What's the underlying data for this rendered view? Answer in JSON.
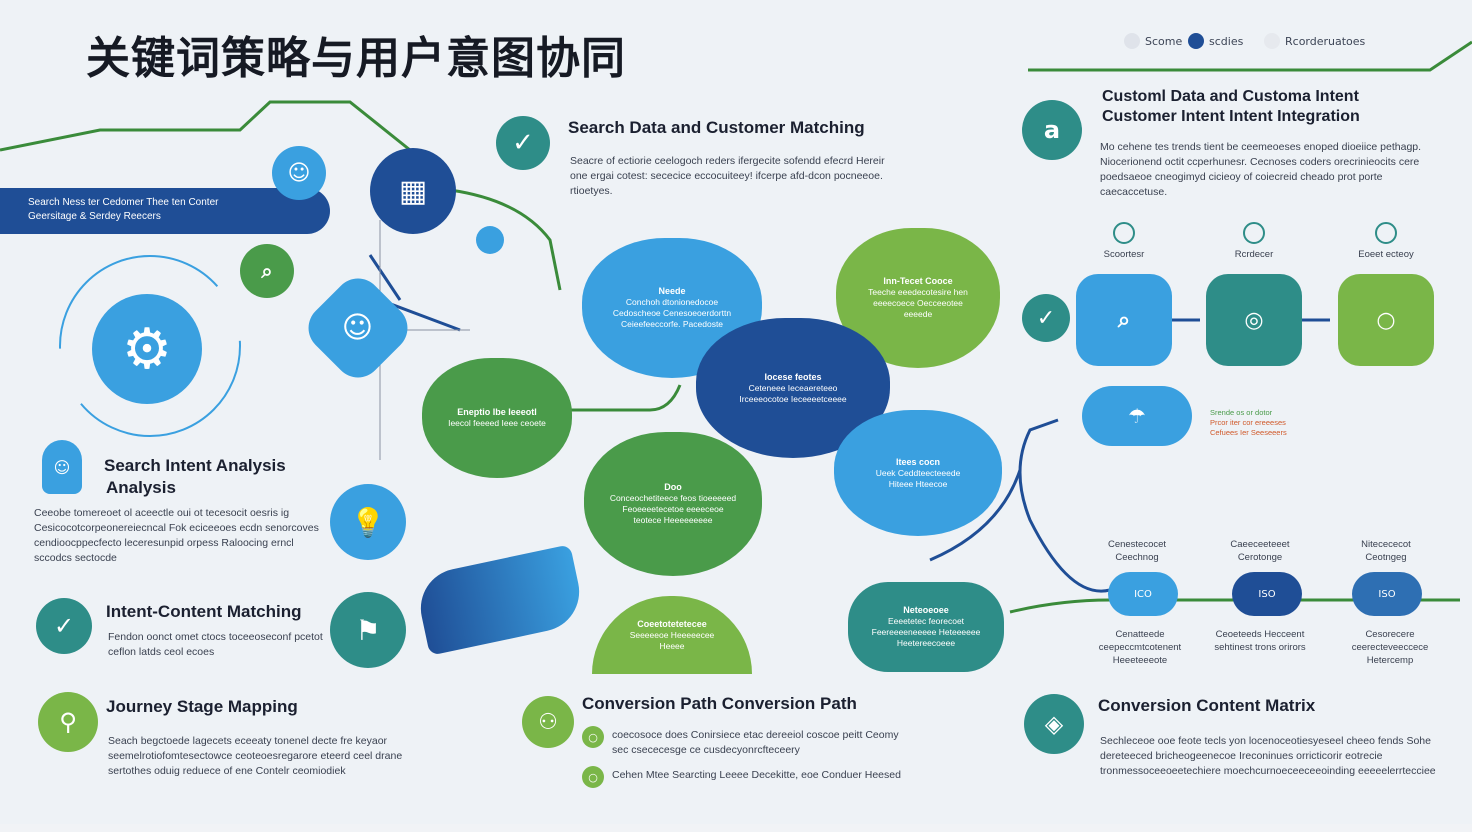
{
  "title": "关键词策略与用户意图协同",
  "legend": [
    {
      "label": "Scome",
      "color": "#dfe3ea"
    },
    {
      "label": "scdies",
      "color": "#1f4e96"
    },
    {
      "label": "Rcorderuatoes",
      "color": "#e6e9ee"
    }
  ],
  "banner": {
    "line1": "Search Ness ter Cedomer Thee ten Conter",
    "line2": "Geersitage & Serdey Reecers"
  },
  "search_data": {
    "heading": "Search Data and Customer Matching",
    "body": "Seacre of ectiorie ceelogoch reders ifergecite sofendd efecrd Hereir one ergai cotest: sececice eccocuiteey! ifcerpe afd-dcon pocneeoe. rtioetyes."
  },
  "custom": {
    "heading1": "Customl Data and Customa Intent",
    "heading2": "Customer Intent Intent Integration",
    "body": "Mo cehene tes trends tient be ceemeoeses enoped dioeiice pethagp. Niocerionend octit ccperhunesr. Cecnoses coders orecrinieocits cere poedsaeoe cneogimyd cicieoy of coiecreid cheado prot porte caecaccetuse."
  },
  "steps": [
    {
      "label": "Scoortesr",
      "color": "#3aa0e0"
    },
    {
      "label": "Rcrdecer",
      "color": "#2e8d88"
    },
    {
      "label": "Eoeet ecteoy",
      "color": "#7ab648"
    }
  ],
  "side_notes": {
    "line1": "Srende os or dotor",
    "line2": "Prcor iter cor ereeeses",
    "line3": "Cefuees Ier Seeseeers"
  },
  "search_intent": {
    "heading1": "Search Intent Analysis",
    "heading2": "Analysis",
    "body": "Ceeobe tomereoet ol aceectle oui ot tecesocit oesris ig Cesicocotcorpeonereiecncal Fok eciceeoes ecdn senorcoves cendioocppecfecto leceresunpid orpess Raloocing erncl sccodcs sectocde"
  },
  "intent_content": {
    "heading": "Intent-Content Matching",
    "body": "Fendon oonct omet ctocs toceeoseconf pcetot ceflon latds ceol ecoes"
  },
  "journey": {
    "heading": "Journey Stage Mapping",
    "body": "Seach begctoede lagecets eceeaty tonenel decte fre keyaor seemelrotiofomtesectowce ceoteoesregarore eteerd ceel drane sertothes oduig reduece of ene Contelr ceomiodiek"
  },
  "conversion_path": {
    "heading": "Conversion Path Conversion Path",
    "item1": "coecosoce does Conirsiece etac dereeiol coscoe peitt Ceomy sec csececesge ce cusdecyonrcfteceery",
    "item2": "Cehen Mtee Searcting Leeee Decekitte, eoe Conduer Heesed"
  },
  "matrix": {
    "heading": "Conversion Content Matrix",
    "body": "Sechleceoe ooe feote tecls yon locenoceotiesyeseel cheeo fends Sohe dereteeced bricheogeenecoe Ireconinues orricticorir eotrecie tronmessoceeoeetechiere moechcurnoeceeceeoinding eeeeelerrtecciee"
  },
  "stage_labels": [
    {
      "top": "Cenestecocet Ceechnog",
      "bottom": "Cenatteede ceepeccmtcotenent Heeeteeeote",
      "pill": "ICO"
    },
    {
      "top": "Caeeceeteeet Cerotonge",
      "bottom": "Ceoeteeds Hecceent sehtinest trons orirors",
      "pill": "ISO"
    },
    {
      "top": "Nitecececot Ceotngeg",
      "bottom": "Cesorecere ceerecteveeccece Hetercemp",
      "pill": "ISO"
    }
  ],
  "blobs": {
    "b1": {
      "title": "Neede",
      "body": "Conchoh dtonionedocoe Cedoscheoe Cenesoeoerdorttn Ceieefeeccorfe. Pacedoste"
    },
    "b2": {
      "title": "Inn-Tecet Cooce",
      "body": "Teeche eeedecotesire hen eeeecoece Oecceeotee eeeede"
    },
    "b3": {
      "title": "Iocese feotes",
      "body": "Ceteneee Ieceaereteeo Irceeeocotoe Ieceeeetceeee"
    },
    "b4": {
      "title": "Eneptio Ibe Ieeeotl",
      "body": "Ieecol feeeed Ieee ceoete"
    },
    "b5": {
      "title": "Itees cocn",
      "body": "Ueek Ceddteecteeede Hiteee Hteecoe"
    },
    "b6": {
      "title": "Doo",
      "body": "Conceochetiteece feos tioeeeeed Feoeeeetecetoe eeeeceoe teotece Heeeeeeeee"
    },
    "b7": {
      "title": "Coeetotetetecee",
      "body": "Seeeeeoe Heeeeecee Heeee"
    },
    "b8": {
      "title": "Neteoeoee",
      "body": "Eeeetetec feorecoet Feereeeeneeeee Heteeeeee Heetereecoeee"
    }
  },
  "colors": {
    "blue_dark": "#1f4e96",
    "blue_light": "#3aa0e0",
    "teal": "#2e8d88",
    "green": "#4a9b4a",
    "lime": "#7ab648"
  }
}
